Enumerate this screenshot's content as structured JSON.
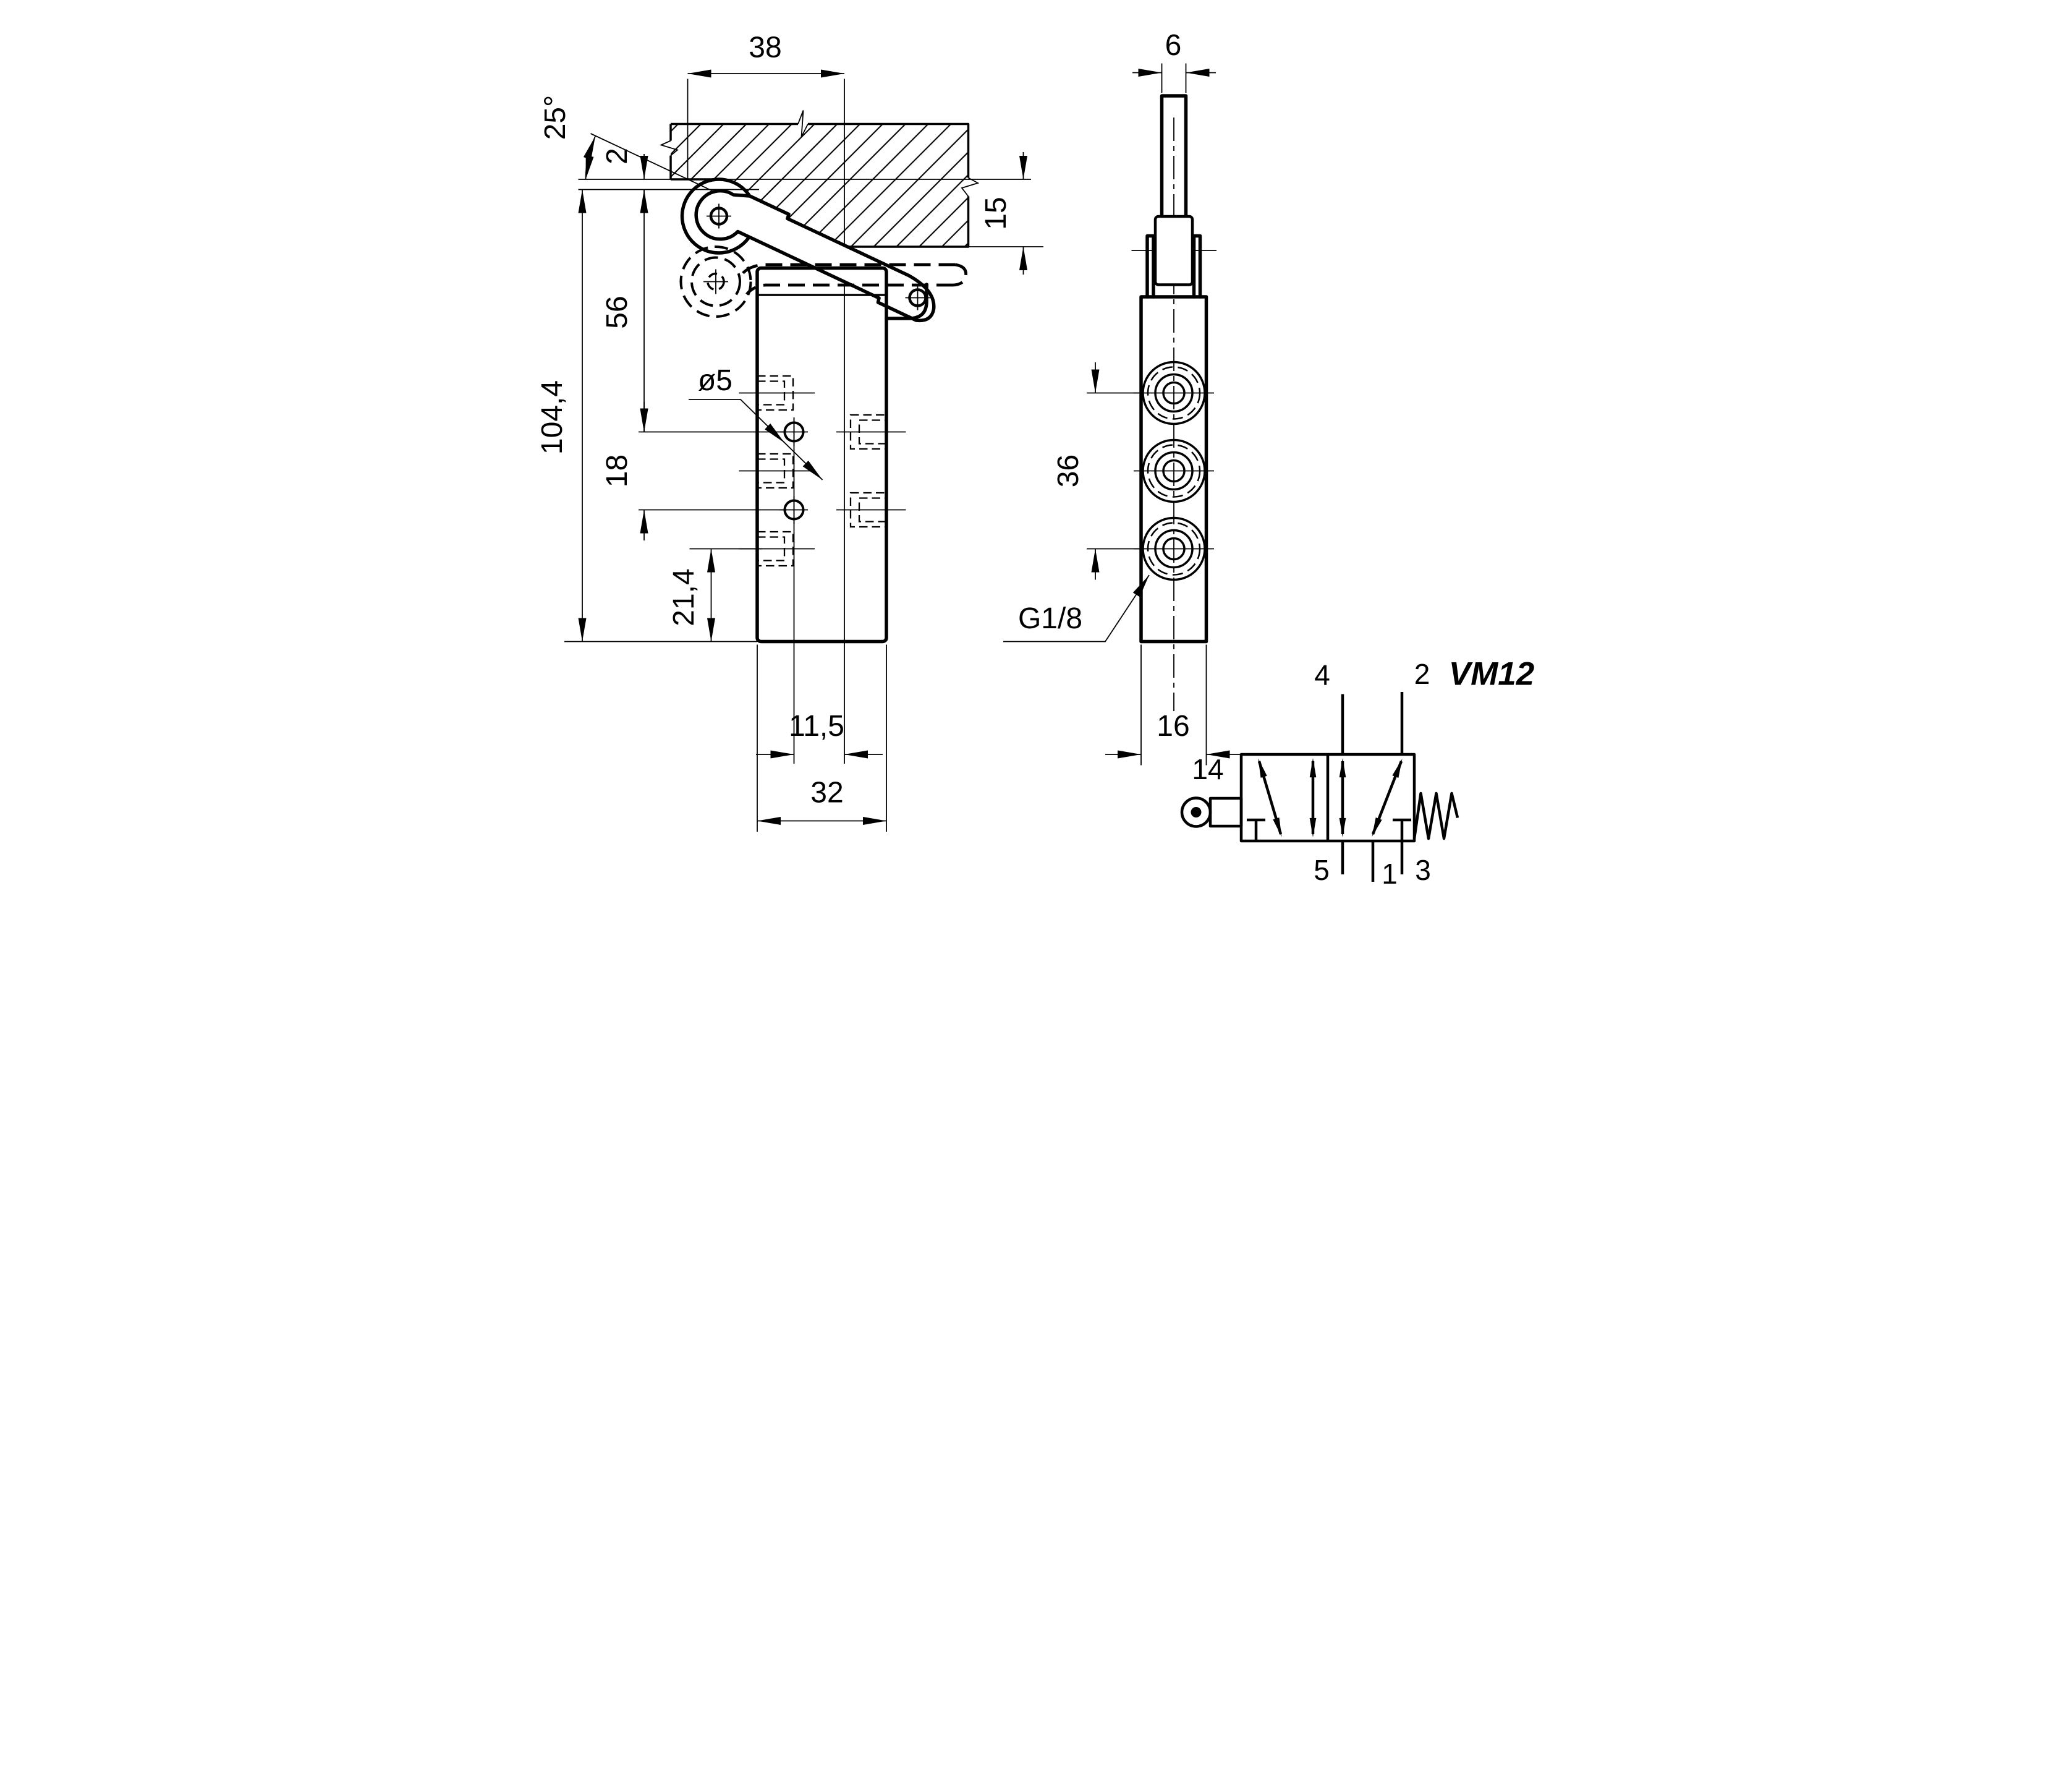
{
  "colors": {
    "ink": "#000000",
    "paper": "#ffffff"
  },
  "left_view": {
    "dim_plate_width": "38",
    "dim_angle": "25°",
    "dim_pretravel": "2",
    "dim_lever_height": "56",
    "dim_total_height": "104,4",
    "dim_hole_dia": "ø5",
    "dim_hole_gap": "18",
    "dim_port_bottom": "21,4",
    "dim_hole_offset": "11,5",
    "dim_body_width": "32",
    "dim_plate_thickness": "15"
  },
  "front_view": {
    "dim_roller_width": "6",
    "dim_port_spacing": "36",
    "dim_thread": "G1/8",
    "dim_body_depth": "16"
  },
  "symbol": {
    "model": "VM12",
    "port_pilot": "14",
    "port_4": "4",
    "port_2": "2",
    "port_5": "5",
    "port_1": "1",
    "port_3": "3"
  }
}
